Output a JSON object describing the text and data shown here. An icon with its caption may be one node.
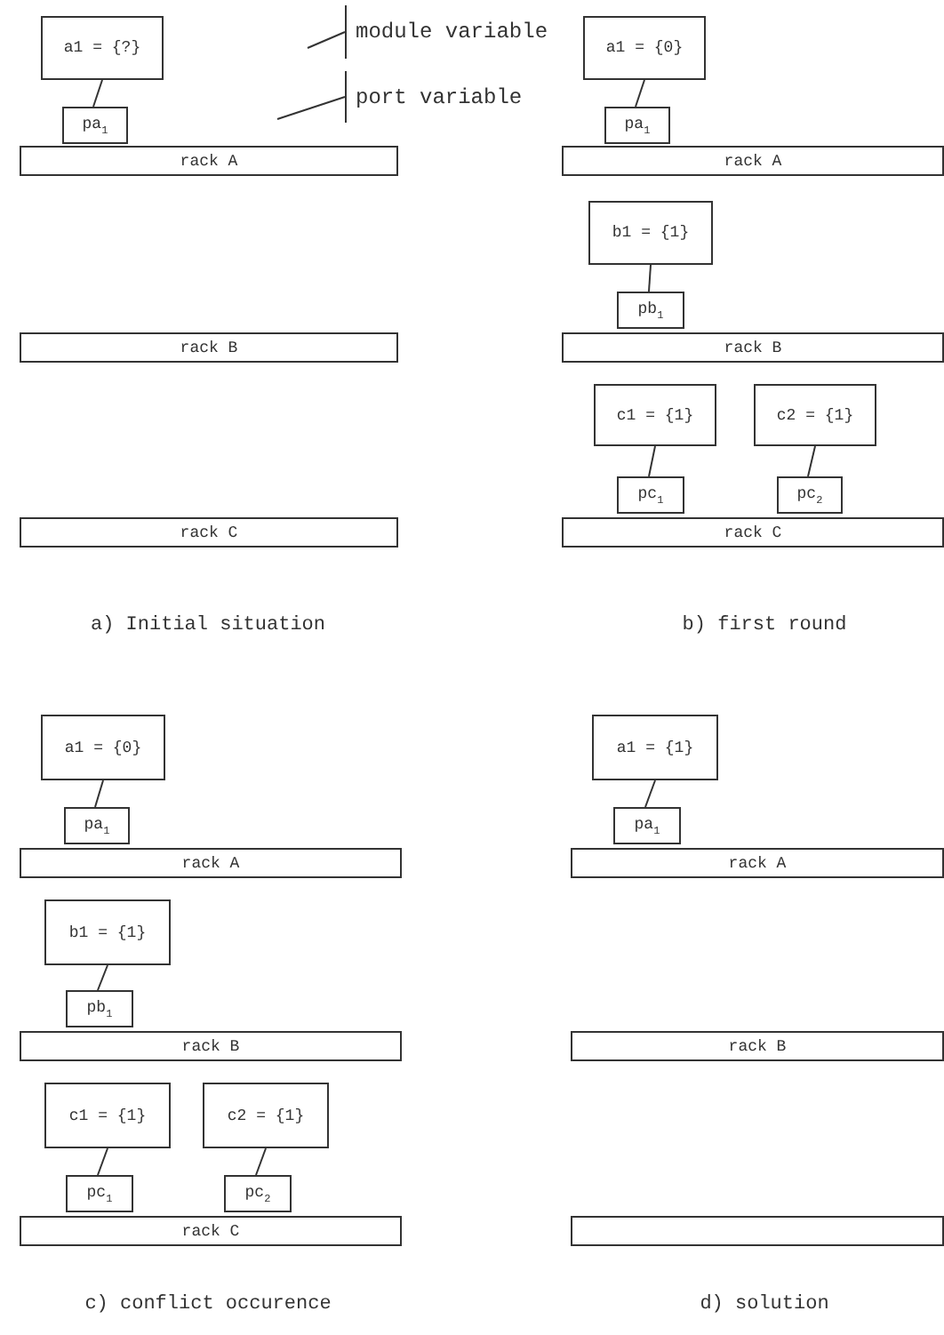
{
  "diagram": {
    "nodes": [
      {
        "text": [
          "module variable"
        ]
      },
      {
        "text": [
          "port variable"
        ]
      },
      {
        "text": [
          "a1 = {?}"
        ]
      },
      {
        "text": [
          "pa$_{1}$"
        ]
      },
      {
        "text": [
          "rack A"
        ]
      },
      {
        "text": [
          "rack B"
        ]
      },
      {
        "text": [
          "rack C"
        ]
      },
      {
        "text": [
          "a1 = {0}"
        ]
      },
      {
        "text": [
          "pa$_{1}$"
        ]
      },
      {
        "text": [
          "rack A"
        ]
      },
      {
        "text": [
          "b1 = {1}"
        ]
      },
      {
        "text": [
          "pb$_{1}$"
        ]
      },
      {
        "text": [
          "rack B"
        ]
      },
      {
        "text": [
          "c1 = {1}"
        ]
      },
      {
        "text": [
          "c2 = {1}"
        ]
      },
      {
        "text": [
          "pc$_{1}$"
        ]
      },
      {
        "text": [
          "pc$_{2}$"
        ]
      },
      {
        "text": [
          "rack C"
        ]
      },
      {
        "text": [
          "a1 = {0}"
        ]
      },
      {
        "text": [
          "pa$_{1}$"
        ]
      },
      {
        "text": [
          "rack A"
        ]
      },
      {
        "text": [
          "b1 = {1}"
        ]
      },
      {
        "text": [
          "pb$_{1}$"
        ]
      },
      {
        "text": [
          "rack B"
        ]
      },
      {
        "text": [
          "c1 = {1}"
        ]
      },
      {
        "text": [
          "c2 = {1}"
        ]
      },
      {
        "text": [
          "pc$_{1}$"
        ]
      },
      {
        "text": [
          "pc$_{2}$"
        ]
      },
      {
        "text": [
          "rack C"
        ]
      },
      {
        "text": [
          "a1 = {1}"
        ]
      },
      {
        "text": [
          "pa$_{1}$"
        ]
      },
      {
        "text": [
          "rack A"
        ]
      },
      {
        "text": [
          "rack B"
        ]
      },
      {
        "text": [],
        "shape": "box"
      }
    ],
    "edges": [
      {
        "from": 0,
        "to": null,
        "arrow": "none"
      },
      {
        "from": 1,
        "to": null,
        "arrow": "none"
      },
      {
        "from": 2,
        "to": 3,
        "arrow": "none"
      },
      {
        "from": 7,
        "to": 8,
        "arrow": "none"
      },
      {
        "from": 10,
        "to": 11,
        "arrow": "none"
      },
      {
        "from": 13,
        "to": 15,
        "arrow": "none"
      },
      {
        "from": 14,
        "to": 16,
        "arrow": "none"
      },
      {
        "from": 18,
        "to": 19,
        "arrow": "none"
      },
      {
        "from": 21,
        "to": 22,
        "arrow": "none"
      },
      {
        "from": 24,
        "to": 26,
        "arrow": "none"
      },
      {
        "from": 25,
        "to": 27,
        "arrow": "none"
      },
      {
        "from": 29,
        "to": 30,
        "arrow": "none"
      }
    ],
    "labels": [
      "a) Initial situation",
      "b) first round",
      "c) conflict occurence",
      "d) solution"
    ]
  }
}
